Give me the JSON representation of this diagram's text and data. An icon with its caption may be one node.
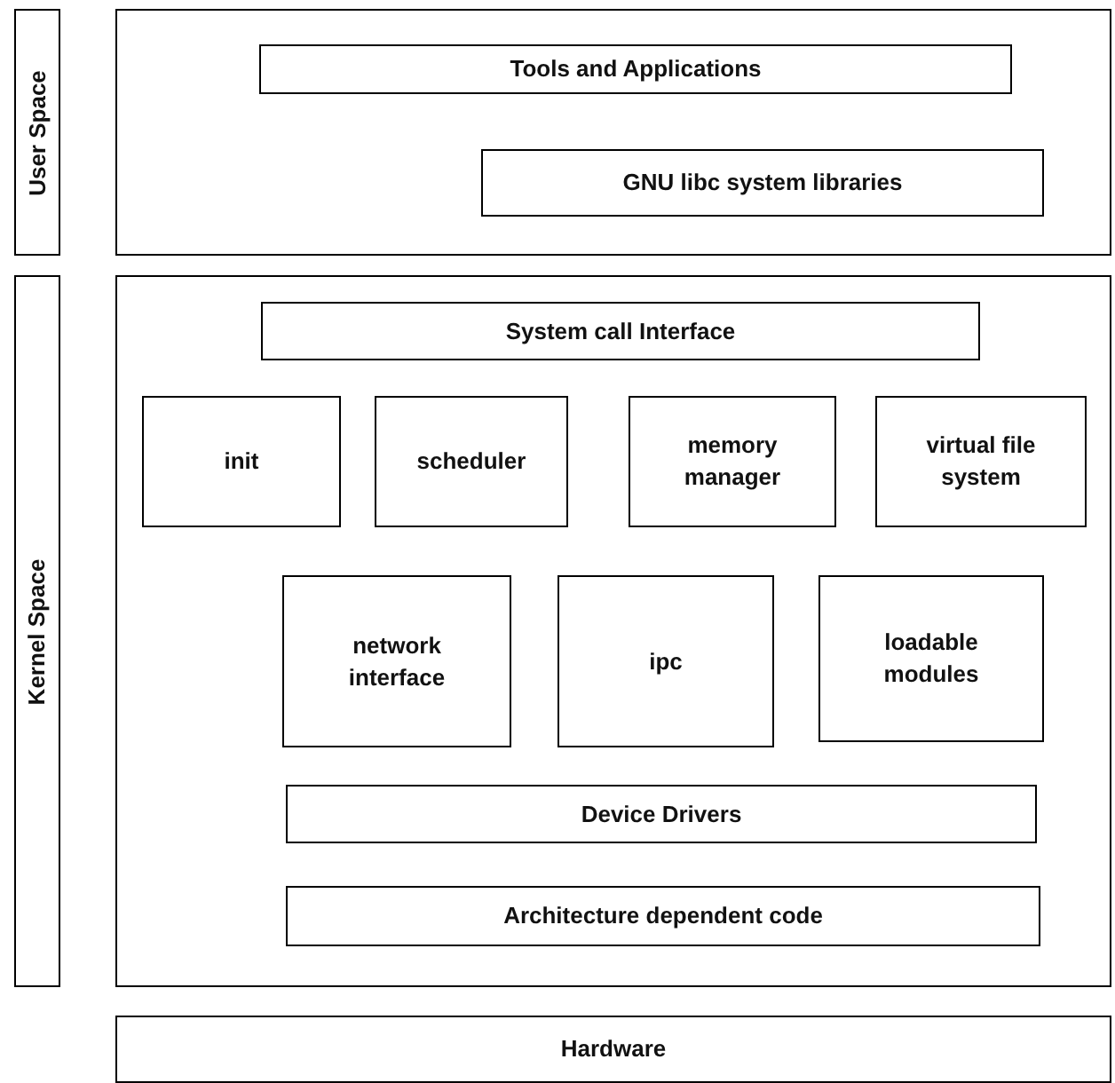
{
  "diagram": {
    "nodes": [
      {
        "text": [
          "User Space"
        ]
      },
      {
        "text": [],
        "shape": "box"
      },
      {
        "text": [
          "Tools and Applications"
        ],
        "in": 1
      },
      {
        "text": [
          "GNU libc system libraries"
        ],
        "in": 1
      },
      {
        "text": [
          "Kernel Space"
        ]
      },
      {
        "text": [],
        "shape": "box"
      },
      {
        "text": [
          "System call Interface"
        ],
        "in": 5
      },
      {
        "text": [
          "init"
        ],
        "in": 5
      },
      {
        "text": [
          "scheduler"
        ],
        "in": 5
      },
      {
        "text": [
          "memory manager"
        ],
        "in": 5
      },
      {
        "text": [
          "virtual file system"
        ],
        "in": 5
      },
      {
        "text": [
          "network interface"
        ],
        "in": 5
      },
      {
        "text": [
          "ipc"
        ],
        "in": 5
      },
      {
        "text": [
          "loadable modules"
        ],
        "in": 5
      },
      {
        "text": [
          "Device Drivers"
        ],
        "in": 5
      },
      {
        "text": [
          "Architecture dependent code"
        ],
        "in": 5
      },
      {
        "text": [
          "Hardware"
        ]
      }
    ]
  }
}
